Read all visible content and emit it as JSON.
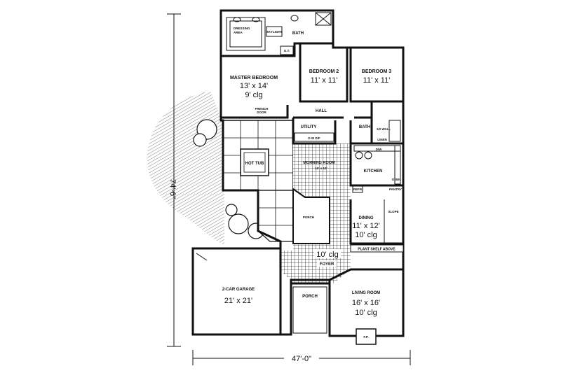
{
  "dimensions": {
    "depth": "74'-6\"",
    "width": "47'-0\""
  },
  "rooms": {
    "dressing_area": "DRESSING\nAREA",
    "skylight": "SKYLIGHT",
    "master_bath": "BATH",
    "gt": "G.T.",
    "master_bedroom": {
      "name": "MASTER BEDROOM",
      "size": "13' x 14'",
      "ceiling": "9' clg"
    },
    "bedroom2": {
      "name": "BEDROOM 2",
      "size": "11' x 11'"
    },
    "bedroom3": {
      "name": "BEDROOM 3",
      "size": "11' x 11'"
    },
    "french_door": "FRENCH\nDOOR",
    "hall": "HALL",
    "utility": "UTILITY",
    "dw": "D   W   D/F",
    "bath2": "BATH",
    "half_wall": "1/2 WALL",
    "linen": "LINEN",
    "hot_tub": "HOT TUB",
    "morning_room": {
      "name": "MORNING ROOM",
      "size": "10' x 10'"
    },
    "kitchen": "KITCHEN",
    "dw_kitchen": "D/W",
    "oven": "OVEN",
    "pantry": "PANTRY",
    "refr": "REFR",
    "porch_rear": "PORCH",
    "dining": {
      "name": "DINING",
      "size": "11' x 12'",
      "ceiling": "10' clg"
    },
    "slope": "SLOPE",
    "plant_shelf": "PLANT SHELF ABOVE",
    "foyer": {
      "ceiling": "10' clg",
      "name": "FOYER"
    },
    "garage": {
      "name": "2-CAR GARAGE",
      "size": "21' x 21'"
    },
    "porch_front": "PORCH",
    "living_room": {
      "name": "LIVING ROOM",
      "size": "16' x 16'",
      "ceiling": "10' clg"
    },
    "fp": "F.P."
  }
}
